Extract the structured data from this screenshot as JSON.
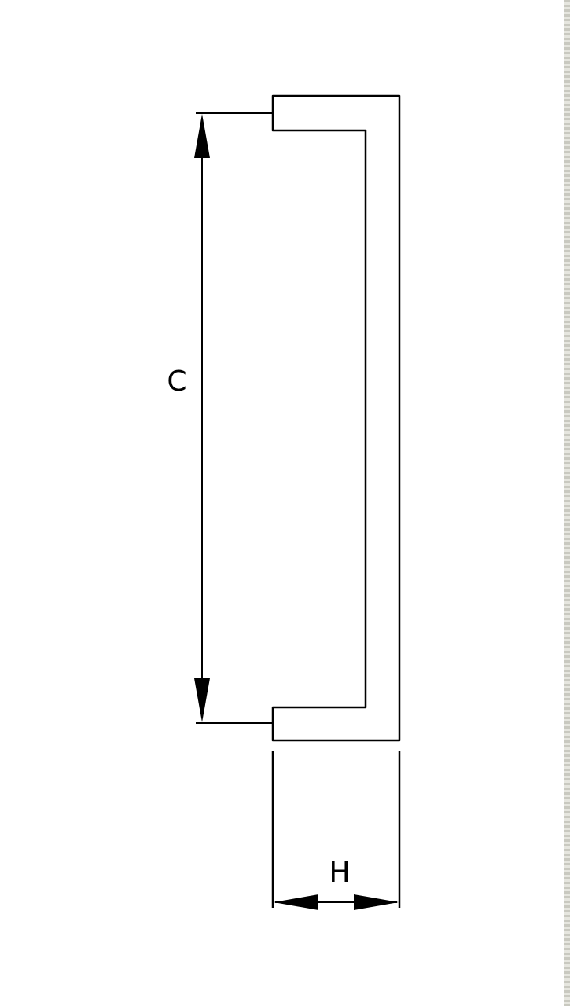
{
  "diagram": {
    "dimensions": [
      {
        "id": "C",
        "label": "C"
      },
      {
        "id": "H",
        "label": "H"
      }
    ],
    "line_color": "#000000",
    "background": "#ffffff"
  }
}
